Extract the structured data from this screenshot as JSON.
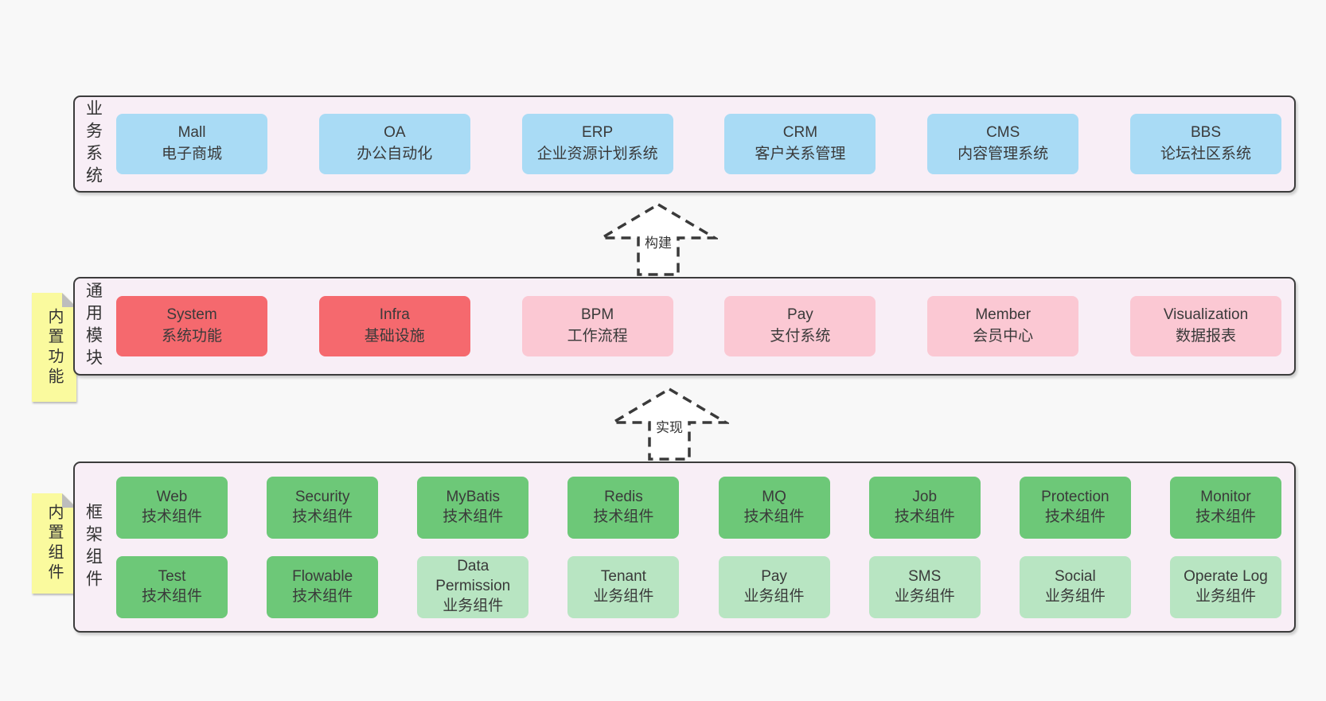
{
  "colors": {
    "page_bg": "#f8f8f8",
    "panel_bg": "#f8eef6",
    "panel_border": "#3c3c3c",
    "box_blue": "#a9dbf5",
    "box_red": "#f5696e",
    "box_pink": "#fbc8d3",
    "box_green": "#6dc878",
    "box_light_green": "#b8e5c2",
    "note_yellow": "#fafa9e",
    "text": "#3a3a3a"
  },
  "arrows": [
    {
      "label": "构建"
    },
    {
      "label": "实现"
    }
  ],
  "sections": {
    "business": {
      "label": "业务系统",
      "boxes": [
        {
          "name": "Mall",
          "desc": "电子商城"
        },
        {
          "name": "OA",
          "desc": "办公自动化"
        },
        {
          "name": "ERP",
          "desc": "企业资源计划系统"
        },
        {
          "name": "CRM",
          "desc": "客户关系管理"
        },
        {
          "name": "CMS",
          "desc": "内容管理系统"
        },
        {
          "name": "BBS",
          "desc": "论坛社区系统"
        }
      ]
    },
    "modules": {
      "label": "通用模块",
      "note": "内置功能",
      "boxes": [
        {
          "name": "System",
          "desc": "系统功能"
        },
        {
          "name": "Infra",
          "desc": "基础设施"
        },
        {
          "name": "BPM",
          "desc": "工作流程"
        },
        {
          "name": "Pay",
          "desc": "支付系统"
        },
        {
          "name": "Member",
          "desc": "会员中心"
        },
        {
          "name": "Visualization",
          "desc": "数据报表"
        }
      ]
    },
    "framework": {
      "label": "框架组件",
      "note": "内置组件",
      "row1": [
        {
          "name": "Web",
          "desc": "技术组件"
        },
        {
          "name": "Security",
          "desc": "技术组件"
        },
        {
          "name": "MyBatis",
          "desc": "技术组件"
        },
        {
          "name": "Redis",
          "desc": "技术组件"
        },
        {
          "name": "MQ",
          "desc": "技术组件"
        },
        {
          "name": "Job",
          "desc": "技术组件"
        },
        {
          "name": "Protection",
          "desc": "技术组件"
        },
        {
          "name": "Monitor",
          "desc": "技术组件"
        }
      ],
      "row2": [
        {
          "name": "Test",
          "desc": "技术组件"
        },
        {
          "name": "Flowable",
          "desc": "技术组件"
        },
        {
          "name": "Data Permission",
          "desc": "业务组件"
        },
        {
          "name": "Tenant",
          "desc": "业务组件"
        },
        {
          "name": "Pay",
          "desc": "业务组件"
        },
        {
          "name": "SMS",
          "desc": "业务组件"
        },
        {
          "name": "Social",
          "desc": "业务组件"
        },
        {
          "name": "Operate Log",
          "desc": "业务组件"
        }
      ]
    }
  }
}
